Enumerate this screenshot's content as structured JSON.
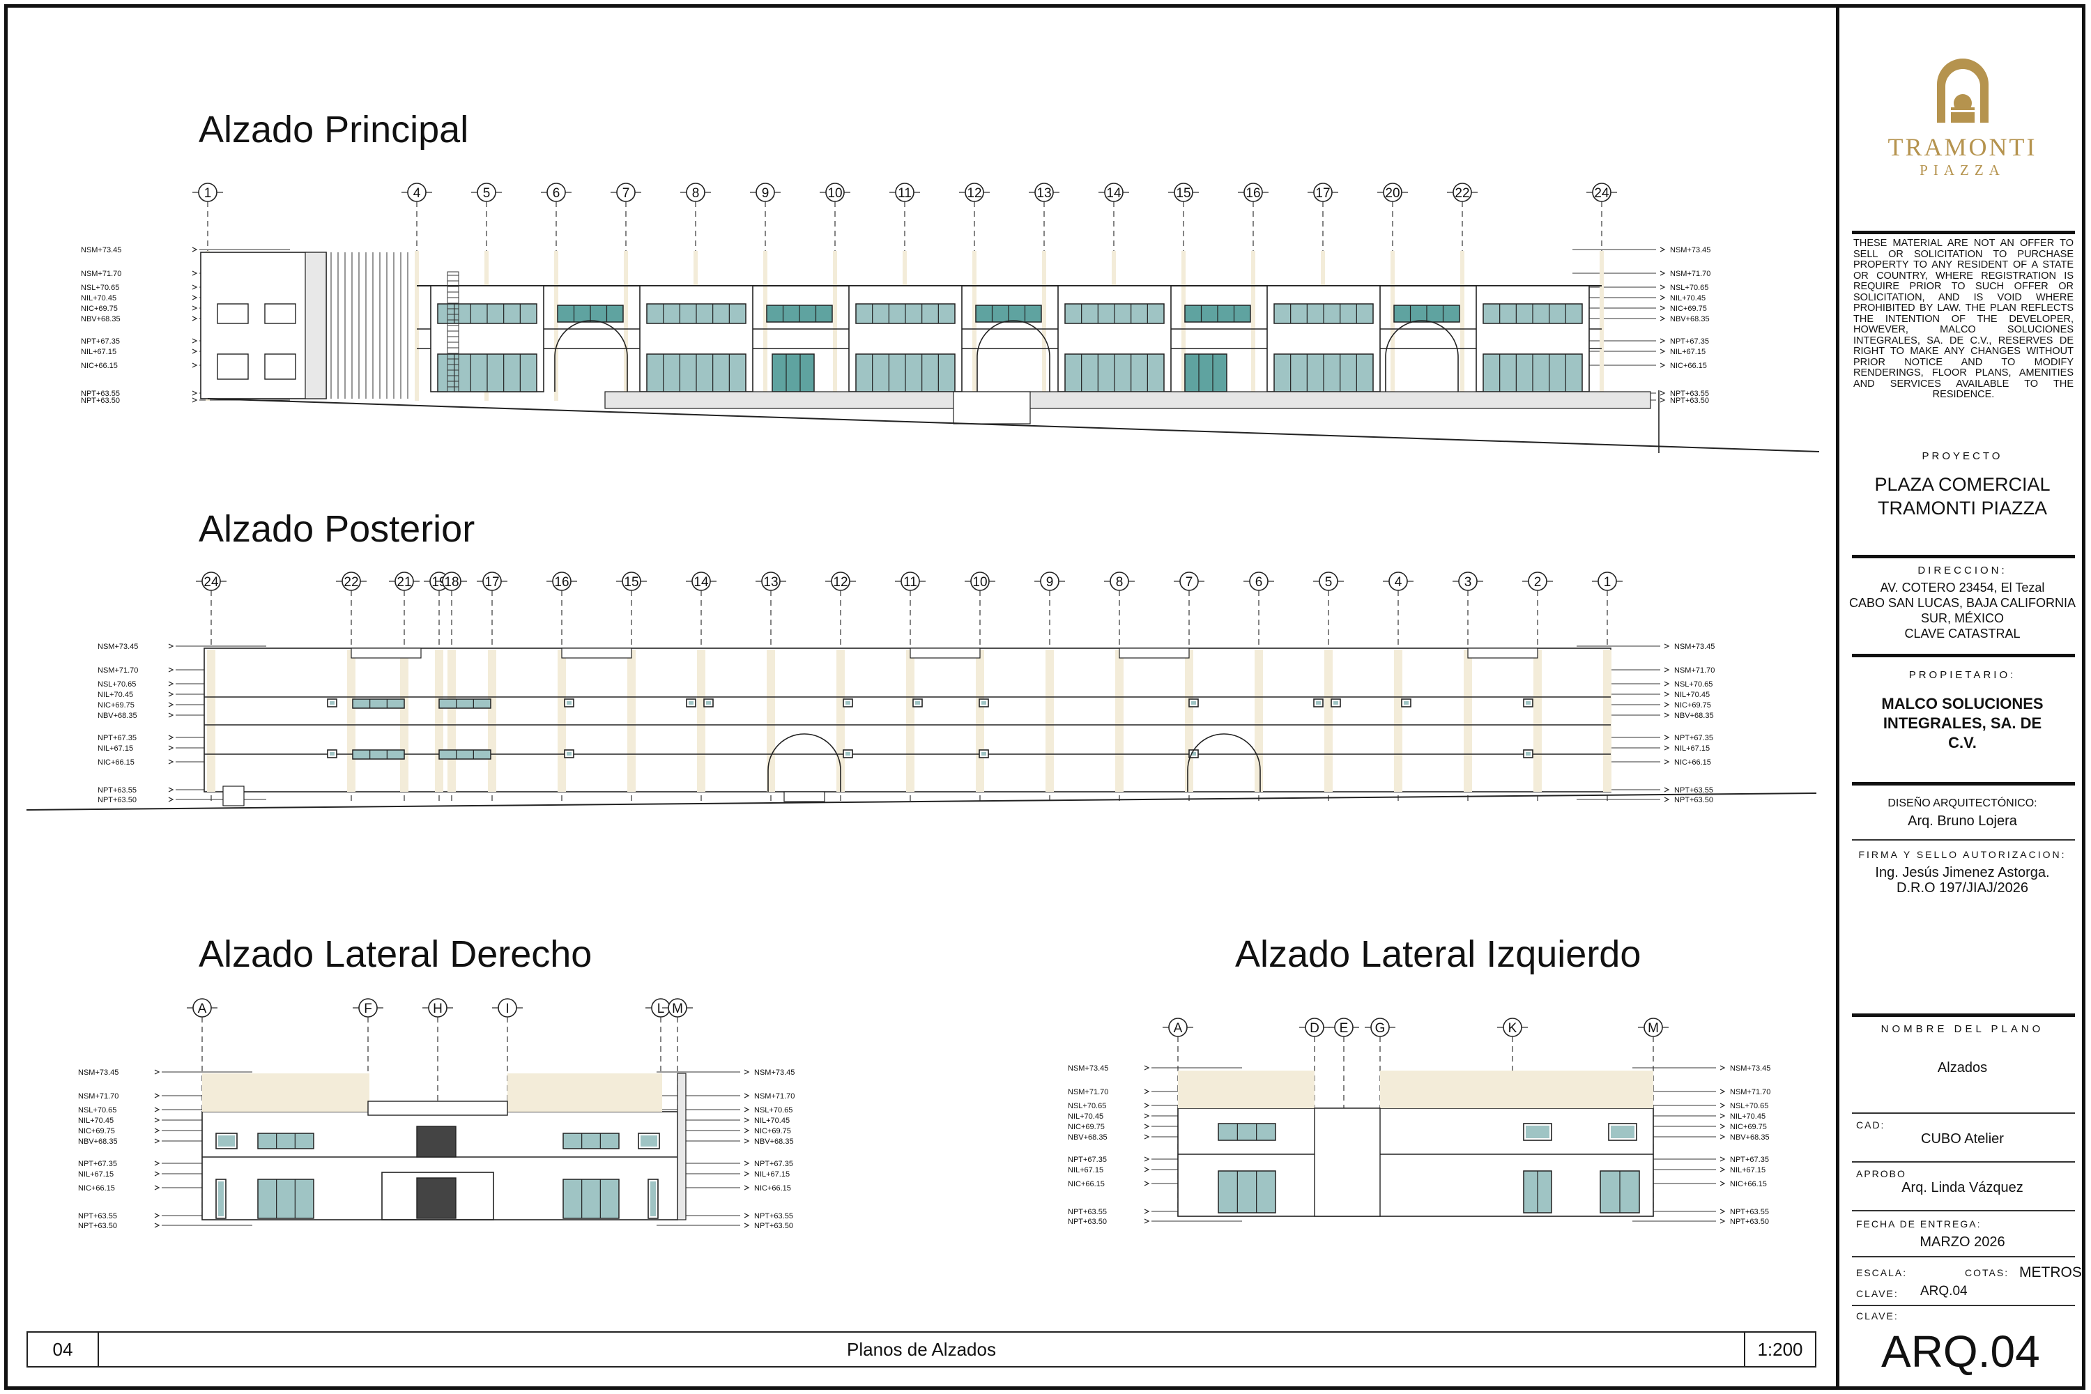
{
  "views": {
    "principal": {
      "title": "Alzado Principal",
      "axes": [
        "1",
        "4",
        "5",
        "6",
        "7",
        "8",
        "9",
        "10",
        "11",
        "12",
        "13",
        "14",
        "15",
        "16",
        "17",
        "20",
        "22",
        "24"
      ]
    },
    "posterior": {
      "title": "Alzado Posterior",
      "axes": [
        "24",
        "22",
        "21",
        "19",
        "18",
        "17",
        "16",
        "15",
        "14",
        "13",
        "12",
        "11",
        "10",
        "9",
        "8",
        "7",
        "6",
        "5",
        "4",
        "3",
        "2",
        "1"
      ]
    },
    "lateral_derecho": {
      "title": "Alzado Lateral Derecho",
      "axes": [
        "A",
        "F",
        "H",
        "I",
        "L",
        "M"
      ]
    },
    "lateral_izquierdo": {
      "title": "Alzado Lateral Izquierdo",
      "axes": [
        "A",
        "D",
        "E",
        "G",
        "K",
        "M"
      ]
    }
  },
  "levels": [
    "NSM+73.45",
    "NSM+71.70",
    "NSL+70.65",
    "NIL+70.45",
    "NIC+69.75",
    "NBV+68.35",
    "NPT+67.35",
    "NIL+67.15",
    "NIC+66.15",
    "NPT+63.55",
    "NPT+63.50"
  ],
  "bottom_bar": {
    "number": "04",
    "title": "Planos de Alzados",
    "scale": "1:200"
  },
  "sidebar": {
    "logo_name": "TRAMONTI",
    "logo_sub": "PIAZZA",
    "disclaimer": "THESE MATERIAL ARE NOT AN OFFER TO SELL OR SOLICITATION TO PURCHASE PROPERTY TO ANY RESIDENT OF A STATE OR COUNTRY, WHERE REGISTRATION IS REQUIRE PRIOR TO SUCH OFFER OR SOLICITATION, AND IS VOID WHERE PROHIBITED BY LAW. THE PLAN REFLECTS THE INTENTION OF THE DEVELOPER, HOWEVER, MALCO SOLUCIONES INTEGRALES, SA. DE C.V., RESERVES DE RIGHT TO MAKE ANY CHANGES WITHOUT PRIOR NOTICE AND TO MODIFY RENDERINGS, FLOOR PLANS, AMENITIES AND SERVICES AVAILABLE TO THE RESIDENCE.",
    "proyecto_label": "PROYECTO",
    "proyecto_line1": "PLAZA COMERCIAL",
    "proyecto_line2": "TRAMONTI PIAZZA",
    "direccion_label": "DIRECCION:",
    "direccion_line1": "AV. COTERO 23454, El Tezal",
    "direccion_line2": "CABO SAN LUCAS, BAJA CALIFORNIA",
    "direccion_line3": "SUR, MÉXICO",
    "direccion_line4": "CLAVE CATASTRAL",
    "propietario_label": "PROPIETARIO:",
    "propietario_line1": "MALCO SOLUCIONES",
    "propietario_line2": "INTEGRALES, SA. DE",
    "propietario_line3": "C.V.",
    "diseno_label": "DISEÑO ARQUITECTÓNICO:",
    "diseno_value": "Arq. Bruno Lojera",
    "firma_label": "FIRMA Y SELLO AUTORIZACION:",
    "firma_line1": "Ing. Jesús Jimenez Astorga.",
    "firma_line2": "D.R.O 197/JIAJ/2026",
    "nombre_label": "NOMBRE DEL PLANO",
    "nombre_value": "Alzados",
    "cad_label": "CAD:",
    "cad_value": "CUBO Atelier",
    "aprobo_label": "APROBO",
    "aprobo_value": "Arq. Linda Vázquez",
    "fecha_label": "FECHA DE ENTREGA:",
    "fecha_value": "MARZO 2026",
    "escala_label": "ESCALA:",
    "cotas_label": "COTAS:",
    "cotas_value": "METROS",
    "clave_label": "CLAVE:",
    "clave_value": "ARQ.04",
    "clave2_label": "CLAVE:",
    "clave_big": "ARQ.04"
  },
  "colors": {
    "glass": "#9fc4c4",
    "glass_accent": "#5fa3a0",
    "gold": "#b5934e",
    "column": "#f3ecd9"
  }
}
